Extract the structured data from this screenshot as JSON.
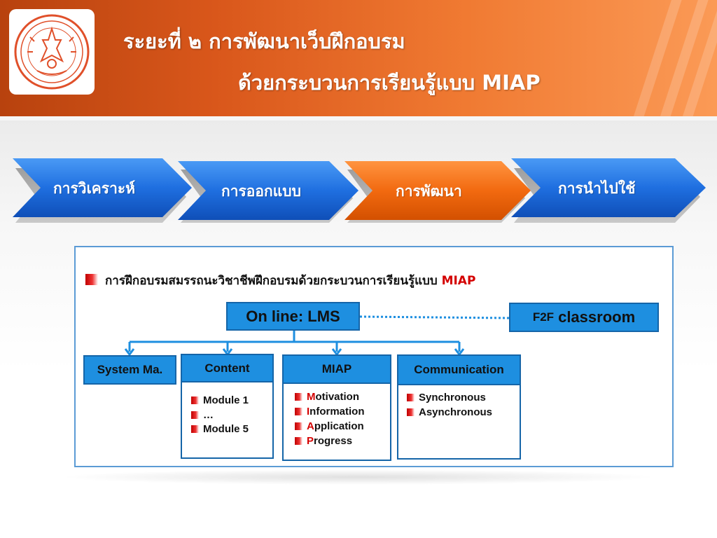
{
  "header": {
    "title_line1": "ระยะที่ ๒ การพัฒนาเว็บฝึกอบรม",
    "title_line2": "ด้วยกระบวนการเรียนรู้แบบ MIAP",
    "logo_icon": "university-seal-icon"
  },
  "colors": {
    "header_orange": "#e2631f",
    "step_blue": "#1f6fe0",
    "step_active_orange": "#f26a10",
    "box_blue": "#1e8fe0",
    "panel_border": "#5b9bd5",
    "accent_red": "#d40000"
  },
  "steps": [
    {
      "label": "การวิเคราะห์",
      "active": false
    },
    {
      "label": "การออกแบบ",
      "active": false
    },
    {
      "label": "การพัฒนา",
      "active": true
    },
    {
      "label": "การนำไปใช้",
      "active": false
    }
  ],
  "panel": {
    "title": "การฝึกอบรมสมรรถนะวิชาชีพฝึกอบรมด้วยกระบวนการเรียนรู้แบบ",
    "title_emphasis": "MIAP"
  },
  "online": {
    "label": "On line: LMS"
  },
  "f2f": {
    "prefix": "F2F",
    "label": "classroom"
  },
  "categories": [
    {
      "label": "System Ma.",
      "items": []
    },
    {
      "label": "Content",
      "items": [
        "Module 1",
        "…",
        "Module 5"
      ]
    },
    {
      "label": "MIAP",
      "items": [
        {
          "first": "M",
          "rest": "otivation"
        },
        {
          "first": "I",
          "rest": "nformation"
        },
        {
          "first": "A",
          "rest": "pplication"
        },
        {
          "first": "P",
          "rest": "rogress"
        }
      ]
    },
    {
      "label": "Communication",
      "items": [
        "Synchronous",
        "Asynchronous"
      ]
    }
  ]
}
